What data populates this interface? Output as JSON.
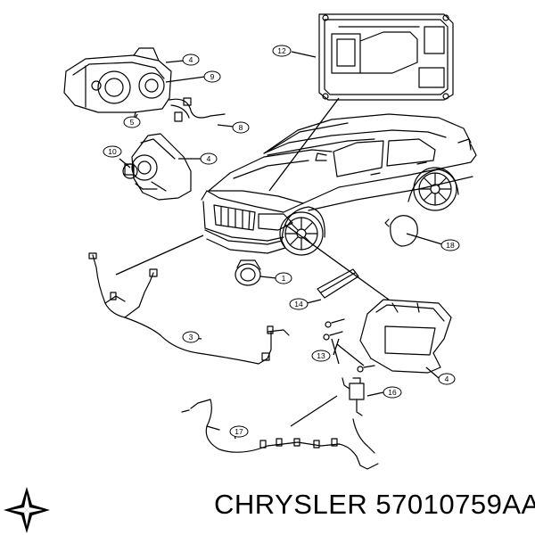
{
  "callouts": [
    {
      "id": "c4a",
      "label": "4"
    },
    {
      "id": "c9",
      "label": "9"
    },
    {
      "id": "c5",
      "label": "5"
    },
    {
      "id": "c8",
      "label": "8"
    },
    {
      "id": "c10",
      "label": "10"
    },
    {
      "id": "c4b",
      "label": "4"
    },
    {
      "id": "c12",
      "label": "12"
    },
    {
      "id": "c18",
      "label": "18"
    },
    {
      "id": "c1",
      "label": "1"
    },
    {
      "id": "c14",
      "label": "14"
    },
    {
      "id": "c3",
      "label": "3"
    },
    {
      "id": "c13",
      "label": "13"
    },
    {
      "id": "c4c",
      "label": "4"
    },
    {
      "id": "c16",
      "label": "16"
    },
    {
      "id": "c17",
      "label": "17"
    }
  ],
  "brand": {
    "name": "CHRYSLER",
    "part_number": "57010759AA"
  },
  "logo": {
    "icon": "chrysler-star-icon"
  }
}
